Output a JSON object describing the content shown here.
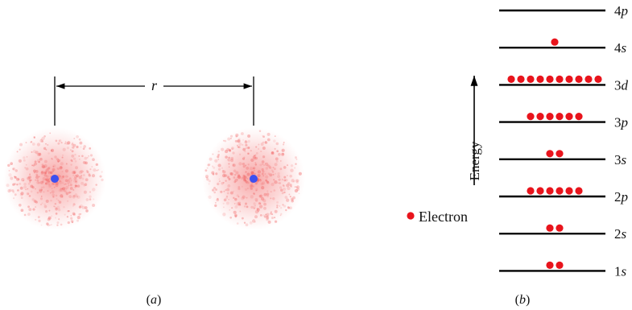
{
  "panel_a": {
    "caption": "(a)",
    "separation_label": "r",
    "atoms": [
      {
        "name": "left-atom"
      },
      {
        "name": "right-atom"
      }
    ]
  },
  "panel_b": {
    "caption": "(b)",
    "energy_label": "Energy",
    "legend_label": "Electron",
    "levels": [
      {
        "label": "4p",
        "electrons": 0
      },
      {
        "label": "4s",
        "electrons": 1
      },
      {
        "label": "3d",
        "electrons": 10
      },
      {
        "label": "3p",
        "electrons": 6
      },
      {
        "label": "3s",
        "electrons": 2
      },
      {
        "label": "2p",
        "electrons": 6
      },
      {
        "label": "2s",
        "electrons": 2
      },
      {
        "label": "1s",
        "electrons": 2
      }
    ]
  },
  "colors": {
    "electron": "#e8141c",
    "nucleus": "#3d4ff0",
    "cloud": "#f05a5a",
    "line": "#000000"
  }
}
